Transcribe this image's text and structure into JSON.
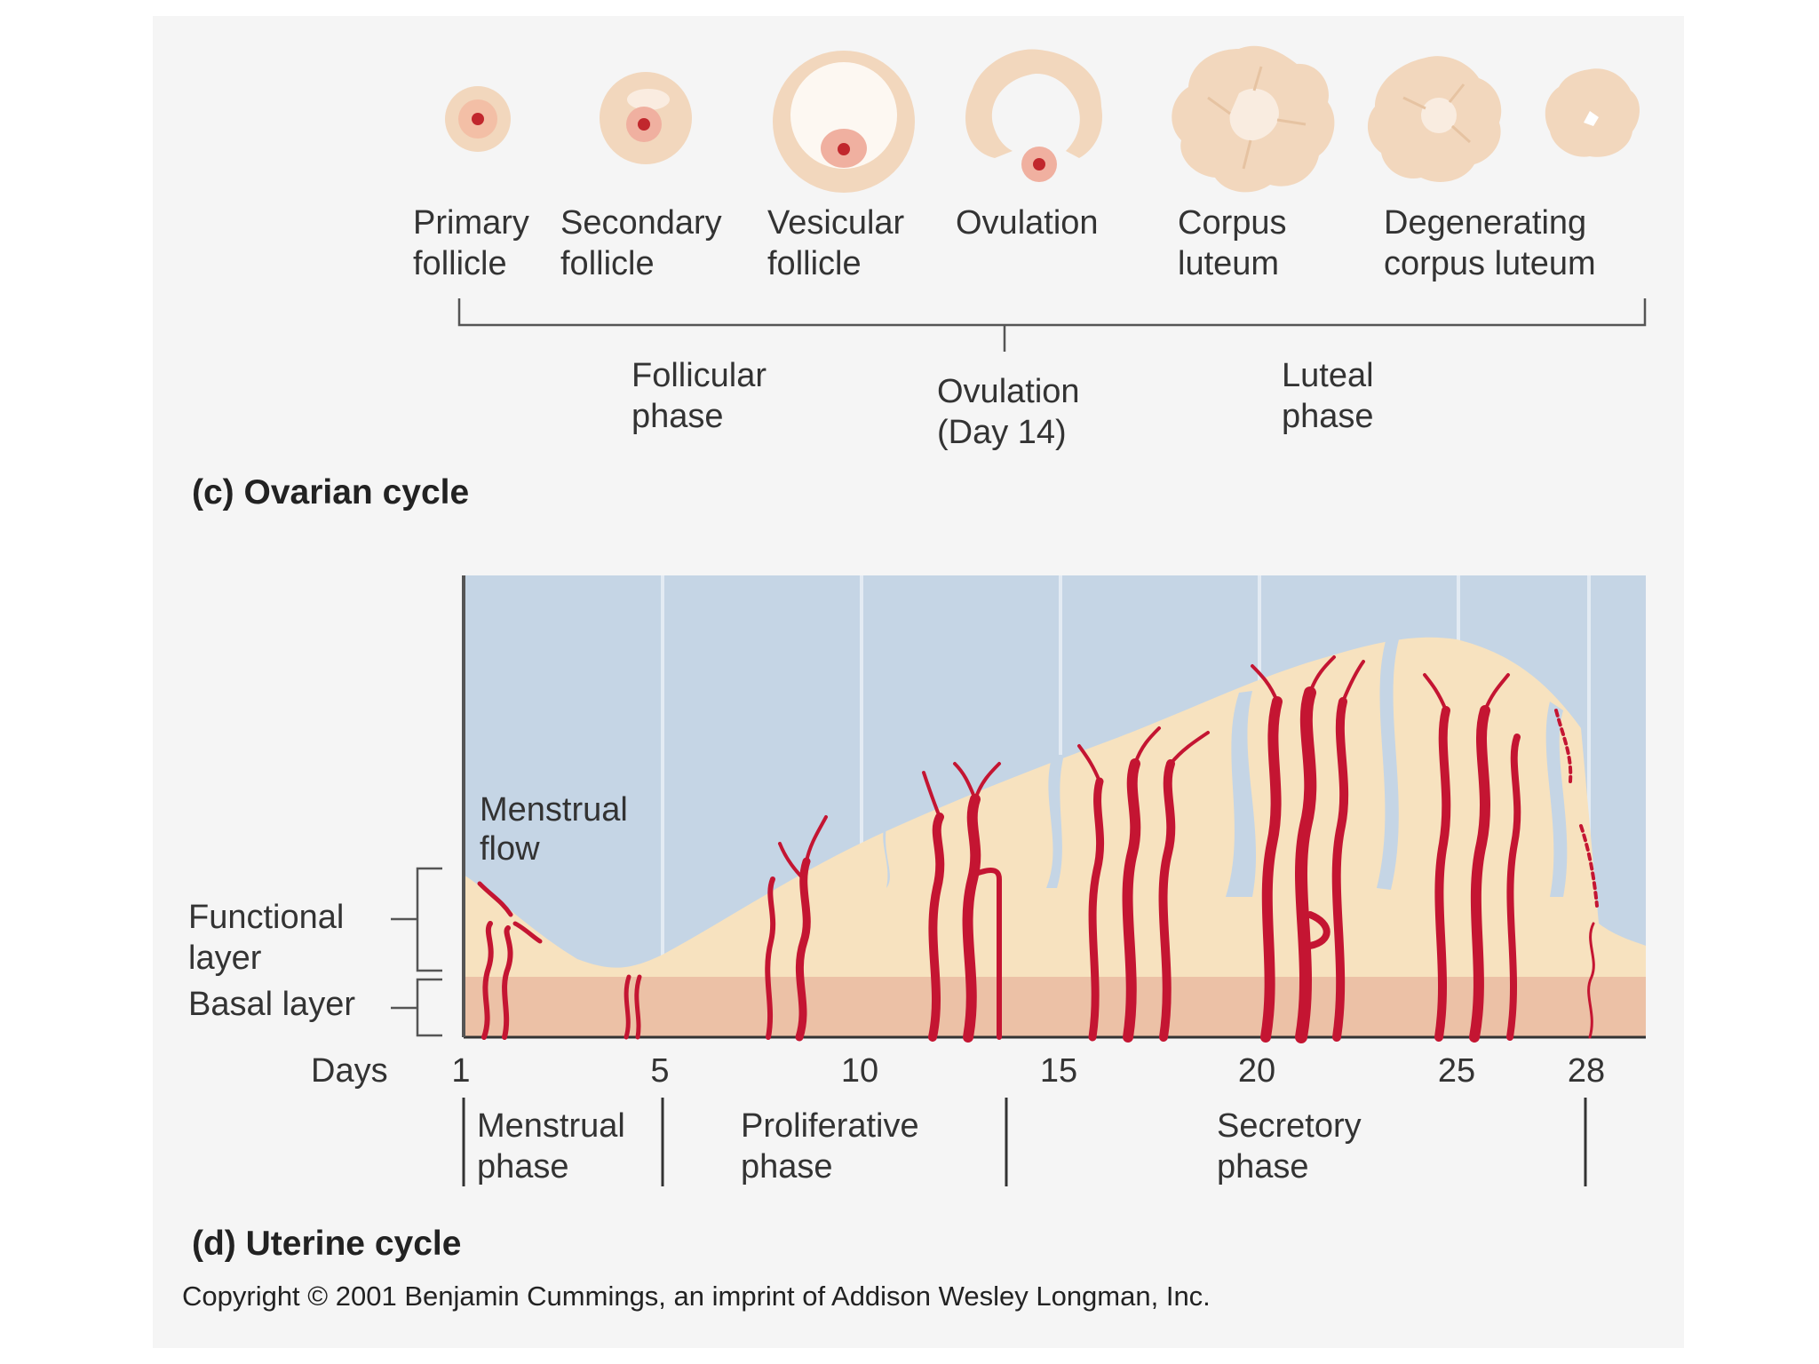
{
  "colors": {
    "panel": "#f5f5f5",
    "sky": "#c5d5e5",
    "functional_layer": "#f7e2bf",
    "basal_layer": "#ecc1a6",
    "vessel": "#c41532",
    "follicle": "#f2d7bd",
    "follicle_light": "#f9e9d4",
    "oocyte": "#f0b0a0",
    "nucleus": "#c1272d",
    "bracket": "#555555"
  },
  "ovarian": {
    "stages": [
      {
        "line1": "Primary",
        "line2": "follicle",
        "icon": "primary-follicle-icon"
      },
      {
        "line1": "Secondary",
        "line2": "follicle",
        "icon": "secondary-follicle-icon"
      },
      {
        "line1": "Vesicular",
        "line2": "follicle",
        "icon": "vesicular-follicle-icon"
      },
      {
        "line1": "Ovulation",
        "line2": "",
        "icon": "ovulation-icon"
      },
      {
        "line1": "Corpus",
        "line2": "luteum",
        "icon": "corpus-luteum-icon"
      },
      {
        "line1": "Degenerating",
        "line2": "corpus luteum",
        "icon": "degenerating-corpus-luteum-icon"
      }
    ],
    "phases": {
      "follicular": {
        "line1": "Follicular",
        "line2": "phase"
      },
      "ovulation": {
        "line1": "Ovulation",
        "line2": "(Day 14)"
      },
      "luteal": {
        "line1": "Luteal",
        "line2": "phase"
      }
    },
    "title": "(c) Ovarian cycle"
  },
  "uterine": {
    "menstrual_flow": {
      "line1": "Menstrual",
      "line2": "flow"
    },
    "functional_layer": {
      "line1": "Functional",
      "line2": "layer"
    },
    "basal_layer": "Basal layer",
    "days_label": "Days",
    "days": [
      "1",
      "5",
      "10",
      "15",
      "20",
      "25",
      "28"
    ],
    "phases": {
      "menstrual": {
        "line1": "Menstrual",
        "line2": "phase"
      },
      "proliferative": {
        "line1": "Proliferative",
        "line2": "phase"
      },
      "secretory": {
        "line1": "Secretory",
        "line2": "phase"
      }
    },
    "title": "(d) Uterine cycle"
  },
  "copyright": "Copyright © 2001 Benjamin Cummings, an imprint of Addison Wesley Longman, Inc."
}
